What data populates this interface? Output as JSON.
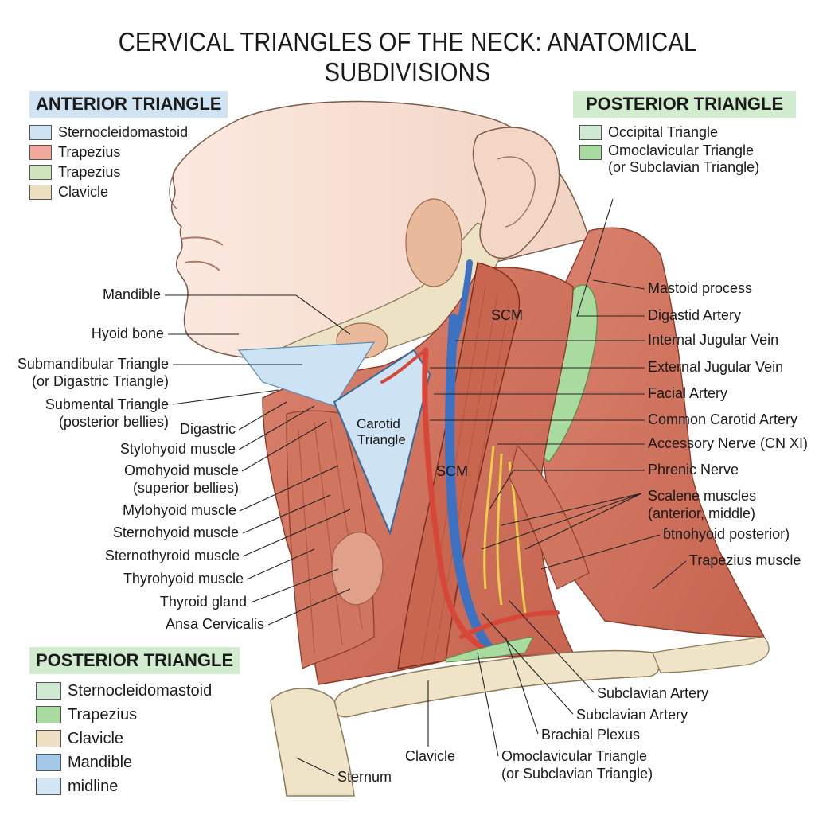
{
  "title": "CERVICAL TRIANGLES OF THE NECK: ANATOMICAL SUBDIVISIONS",
  "legends": {
    "anterior": {
      "heading": "ANTERIOR TRIANGLE",
      "heading_bg": "#cfe3f3",
      "items": [
        {
          "label": "Sternocleidomastoid",
          "color": "#cfe3f5"
        },
        {
          "label": "Trapezius",
          "color": "#f0a99a"
        },
        {
          "label": "Trapezius",
          "color": "#cfe6bd"
        },
        {
          "label": "Clavicle",
          "color": "#eedfbe"
        }
      ]
    },
    "posterior_top": {
      "heading": "POSTERIOR TRIANGLE",
      "heading_bg": "#d2ecd0",
      "items": [
        {
          "label": "Occipital Triangle",
          "color": "#cfe9d3"
        },
        {
          "label": "Omoclavicular Triangle",
          "label2": "(or Subclavian Triangle)",
          "color": "#a9dba1"
        }
      ]
    },
    "posterior_bottom": {
      "heading": "POSTERIOR TRIANGLE",
      "heading_bg": "#d2ecd0",
      "items": [
        {
          "label": "Sternocleidomastoid",
          "color": "#cfe9d3"
        },
        {
          "label": "Trapezius",
          "color": "#a9dba1"
        },
        {
          "label": "Clavicle",
          "color": "#eee1c3"
        },
        {
          "label": "Mandible",
          "color": "#a4c8e8"
        },
        {
          "label": "midline",
          "color": "#d3e6f4"
        }
      ]
    }
  },
  "labels_left": {
    "mandible": "Mandible",
    "hyoid_bone": "Hyoid bone",
    "submandibular_1": "Submandibular Triangle",
    "submandibular_2": "(or Digastric Triangle)",
    "submental_1": "Submental Triangle",
    "submental_2": "(posterior bellies)",
    "digastric": "Digastric",
    "stylohyoid": "Stylohyoid muscle",
    "omohyoid_1": "Omohyoid muscle",
    "omohyoid_2": "(superior bellies)",
    "mylohyoid": "Mylohyoid muscle",
    "sternohyoid": "Sternohyoid muscle",
    "sternothyroid": "Sternothyroid muscle",
    "thyrohyoid": "Thyrohyoid muscle",
    "thyroid_gland": "Thyroid gland",
    "ansa_cervicalis": "Ansa Cervicalis"
  },
  "labels_right": {
    "mastoid": "Mastoid process",
    "digastid_artery": "Digastid Artery",
    "internal_jugular": "Internal Jugular Vein",
    "external_jugular": "External Jugular Vein",
    "facial_artery": "Facial Artery",
    "common_carotid": "Common Carotid Artery",
    "accessory_nerve": "Accessory Nerve (CN XI)",
    "phrenic_nerve": "Phrenic Nerve",
    "scalene_1": "Scalene muscles",
    "scalene_2": "(anterior, middle)",
    "omohyoid_posterior": "ɓtnohyoid posterior)",
    "trapezius_muscle": "Trapezius muscle"
  },
  "labels_bottom": {
    "subclavian_artery_1": "Subclavian Artery",
    "subclavian_artery_2": "Subclavian Artery",
    "brachial_plexus": "Brachial Plexus",
    "omoclavicular_1": "Omoclavicular Triangle",
    "omoclavicular_2": "(or Subclavian Triangle)",
    "clavicle": "Clavicle",
    "sternum": "Sternum"
  },
  "labels_inside": {
    "carotid_1": "Carotid",
    "carotid_2": "Triangle",
    "scm_upper": "SCM",
    "scm_lower": "SCM"
  }
}
